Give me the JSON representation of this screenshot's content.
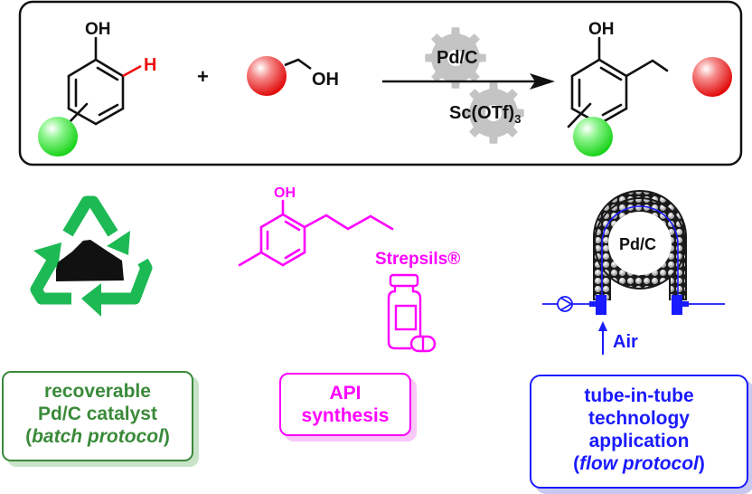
{
  "reaction": {
    "reactant1": {
      "oh_label": "OH",
      "h_label": "H"
    },
    "plus": "+",
    "reactant2": {
      "oh_label": "OH"
    },
    "catalysts": [
      {
        "label": "Pd/C"
      },
      {
        "label_main": "Sc(OTf)",
        "label_sub": "3"
      }
    ],
    "product": {
      "oh_label": "OH"
    }
  },
  "panels": {
    "recycle": {
      "box_lines": [
        "recoverable",
        "Pd/C catalyst"
      ],
      "box_line3_open": "(",
      "box_line3_italic": "batch protocol",
      "box_line3_close": ")"
    },
    "api": {
      "oh_label": "OH",
      "brand": "Strepsils®",
      "box_lines": [
        "API",
        "synthesis"
      ]
    },
    "flow": {
      "reactor_label": "Pd/C",
      "air_label": "Air",
      "box_lines": [
        "tube-in-tube",
        "technology",
        "application"
      ],
      "box_line4_open": "(",
      "box_line4_italic": "flow protocol",
      "box_line4_close": ")"
    }
  },
  "colors": {
    "green_sphere": "#22dd22",
    "red_sphere": "#ee1111",
    "highlight_h": "#ee1111",
    "recycle_green": "#1db954",
    "green_text": "#3a8a3a",
    "magenta": "#ff00ff",
    "blue": "#1a1aff",
    "gear_gray": "#c4c4c4"
  }
}
